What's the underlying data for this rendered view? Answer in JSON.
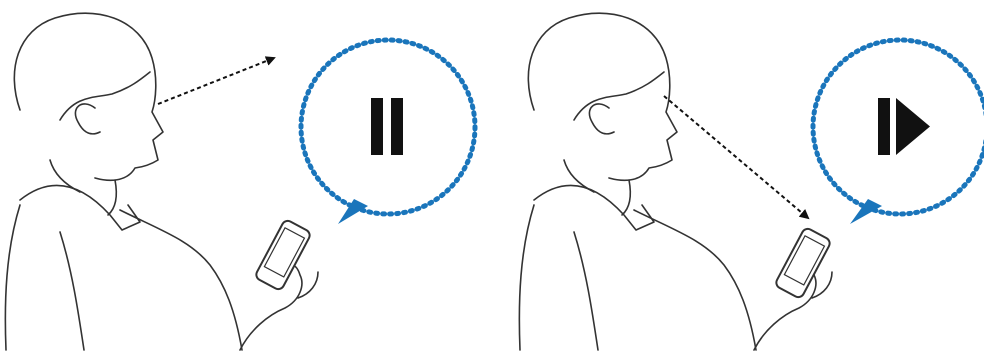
{
  "panels": [
    {
      "id": "looking-away",
      "gaze": "away-from-phone",
      "status_icon": "pause-icon"
    },
    {
      "id": "looking-at-phone",
      "gaze": "toward-phone",
      "status_icon": "play-resume-icon"
    }
  ],
  "colors": {
    "line_art": "#333333",
    "dotted_bubble": "#1a75bb",
    "status_icon": "#111111",
    "gaze_arrow": "#111111",
    "background": "#ffffff"
  }
}
